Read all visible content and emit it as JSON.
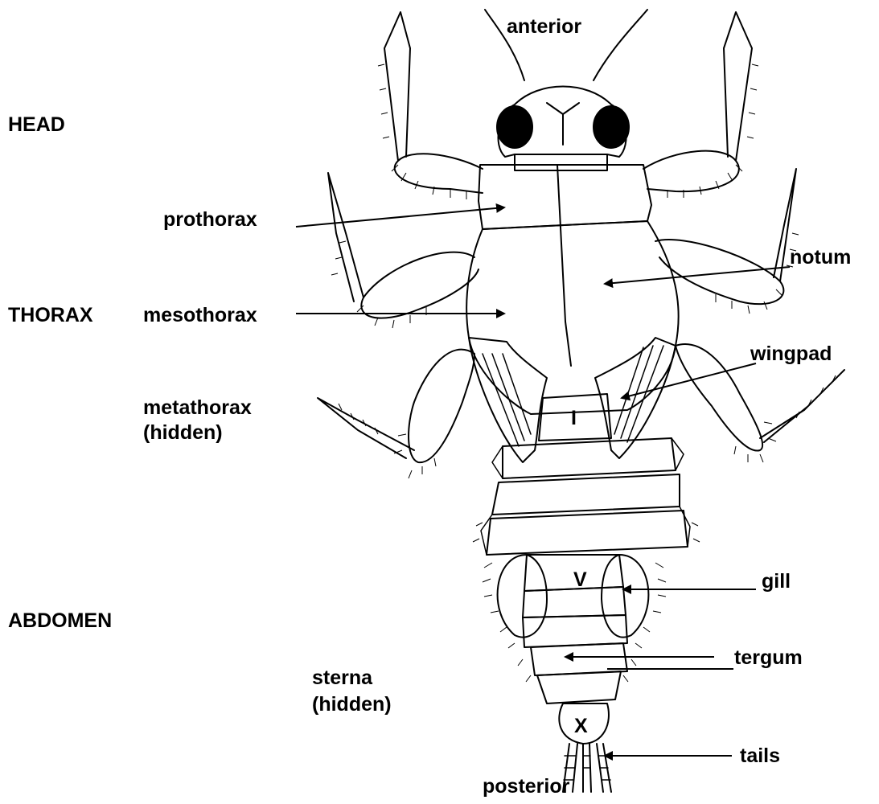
{
  "diagram": {
    "regions": {
      "head": "HEAD",
      "thorax": "THORAX",
      "abdomen": "ABDOMEN"
    },
    "orientation": {
      "anterior": "anterior",
      "posterior": "posterior"
    },
    "labels": {
      "prothorax": "prothorax",
      "mesothorax": "mesothorax",
      "metathorax_1": "metathorax",
      "metathorax_2": "(hidden)",
      "notum": "notum",
      "wingpad": "wingpad",
      "gill": "gill",
      "tergum": "tergum",
      "sterna_1": "sterna",
      "sterna_2": "(hidden)",
      "tails": "tails"
    },
    "segment_numerals": {
      "first": "I",
      "fifth": "V",
      "tenth": "X"
    },
    "colors": {
      "ink": "#000000",
      "background": "#ffffff"
    }
  }
}
